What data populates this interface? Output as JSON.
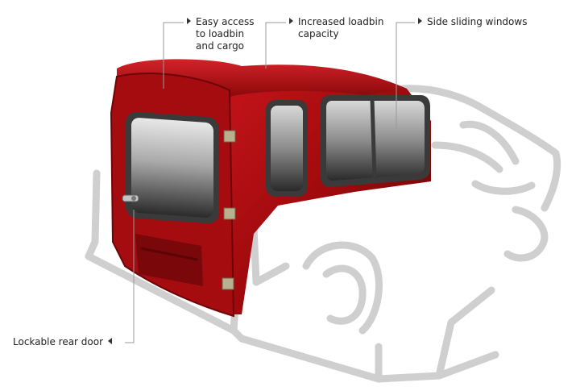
{
  "callouts": {
    "easy_access": {
      "lines": [
        "Easy access",
        "to loadbin",
        "and cargo"
      ]
    },
    "increased_capacity": {
      "lines": [
        "Increased loadbin",
        "capacity"
      ]
    },
    "side_windows": {
      "lines": [
        "Side sliding windows"
      ]
    },
    "rear_door": {
      "lines": [
        "Lockable rear door"
      ]
    }
  },
  "colors": {
    "canopy_red": "#9e0a0c",
    "outline_grey": "#cfcfcf",
    "leader_line": "#9a9a9a",
    "text": "#222222"
  },
  "icons": [
    "arrow-right-icon",
    "arrow-left-icon"
  ]
}
